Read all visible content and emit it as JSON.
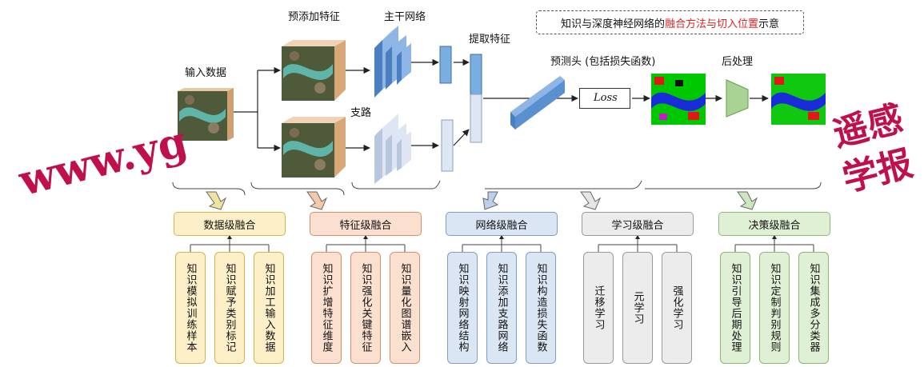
{
  "labels": {
    "input_data": "输入数据",
    "pre_feature": "预添加特征",
    "backbone": "主干网络",
    "branch": "支路",
    "extract_feature": "提取特征",
    "pred_head": "预测头 (包括损失函数)",
    "loss": "Loss",
    "post_process": "后处理"
  },
  "title": {
    "prefix": "知识与深度神经网络的",
    "highlight": "融合方法与切入位置",
    "suffix": "示意"
  },
  "categories": [
    {
      "label": "数据级融合",
      "color": "#fdf0c8",
      "items": [
        "知识模拟训练样本",
        "知识赋予类别标记",
        "知识加工输入数据"
      ]
    },
    {
      "label": "特征级融合",
      "color": "#fbe0d0",
      "items": [
        "知识扩增特征维度",
        "知识强化关键特征",
        "知识量化图谱嵌入"
      ]
    },
    {
      "label": "网络级融合",
      "color": "#dbe6f5",
      "items": [
        "知识映射网络结构",
        "知识添加支路网络",
        "知识构造损失函数"
      ]
    },
    {
      "label": "学习级融合",
      "color": "#ececec",
      "items": [
        "迁移学习",
        "元学习",
        "强化学习"
      ]
    },
    {
      "label": "决策级融合",
      "color": "#dff0d4",
      "items": [
        "知识引导后期处理",
        "知识定制判别规则",
        "知识集成多分类器"
      ]
    }
  ],
  "watermark": {
    "url": "www.yg",
    "journal_line1": "遥感",
    "journal_line2": "学报"
  }
}
